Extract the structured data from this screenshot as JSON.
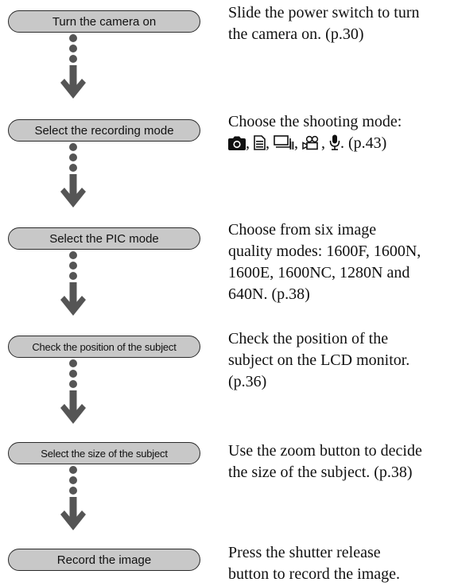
{
  "steps": [
    {
      "label": "Turn the camera on",
      "desc": [
        "Slide the power switch to turn",
        "the camera on. (p.30)"
      ]
    },
    {
      "label": "Select the recording mode",
      "desc": [
        "Choose the shooting mode:",
        ". (p.43)"
      ]
    },
    {
      "label": "Select the PIC mode",
      "desc": [
        "Choose from six image",
        "quality modes: 1600F, 1600N,",
        "1600E, 1600NC, 1280N and",
        "640N. (p.38)"
      ]
    },
    {
      "label": "Check the position of the subject",
      "desc": [
        "Check the position of the",
        "subject on the LCD monitor.",
        "(p.36)"
      ]
    },
    {
      "label": "Select the size of the subject",
      "desc": [
        "Use the zoom button to decide",
        "the size of the subject. (p.38)"
      ]
    },
    {
      "label": "Record the image",
      "desc": [
        "Press the shutter release",
        "button to record the image."
      ]
    }
  ],
  "mode_icons": [
    "camera-icon",
    "text-document-icon",
    "continuous-shooting-icon",
    "movie-camera-icon",
    "voice-microphone-icon"
  ],
  "colors": {
    "box_fill": "#c8c8c8",
    "arrow": "#555555",
    "text": "#111111"
  }
}
